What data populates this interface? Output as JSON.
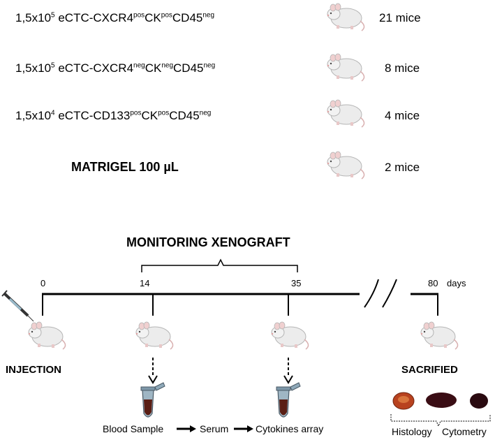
{
  "groups": [
    {
      "dose": "1,5x10",
      "dose_exp": "5",
      "name": "eCTC-CXCR4",
      "m1": "pos",
      "name2": "CK",
      "m2": "pos",
      "name3": "CD45",
      "m3": "neg",
      "mice": "21 mice"
    },
    {
      "dose": "1,5x10",
      "dose_exp": "5",
      "name": "eCTC-CXCR4",
      "m1": "neg",
      "name2": "CK",
      "m2": "neg",
      "name3": "CD45",
      "m3": "neg",
      "mice": "8 mice"
    },
    {
      "dose": "1,5x10",
      "dose_exp": "4",
      "name": "eCTC-CD133",
      "m1": "pos",
      "name2": "CK",
      "m2": "pos",
      "name3": "CD45",
      "m3": "neg",
      "mice": "4 mice"
    }
  ],
  "matrigel": {
    "label": "MATRIGEL 100 µL",
    "mice": "2 mice"
  },
  "timeline": {
    "title": "MONITORING XENOGRAFT",
    "ticks": [
      "0",
      "14",
      "35",
      "80"
    ],
    "unit": "days",
    "injection": "INJECTION",
    "sacrified": "SACRIFIED",
    "flow": [
      "Blood Sample",
      "Serum",
      "Cytokines array"
    ],
    "analysis": [
      "Histology",
      "Cytometry"
    ]
  }
}
